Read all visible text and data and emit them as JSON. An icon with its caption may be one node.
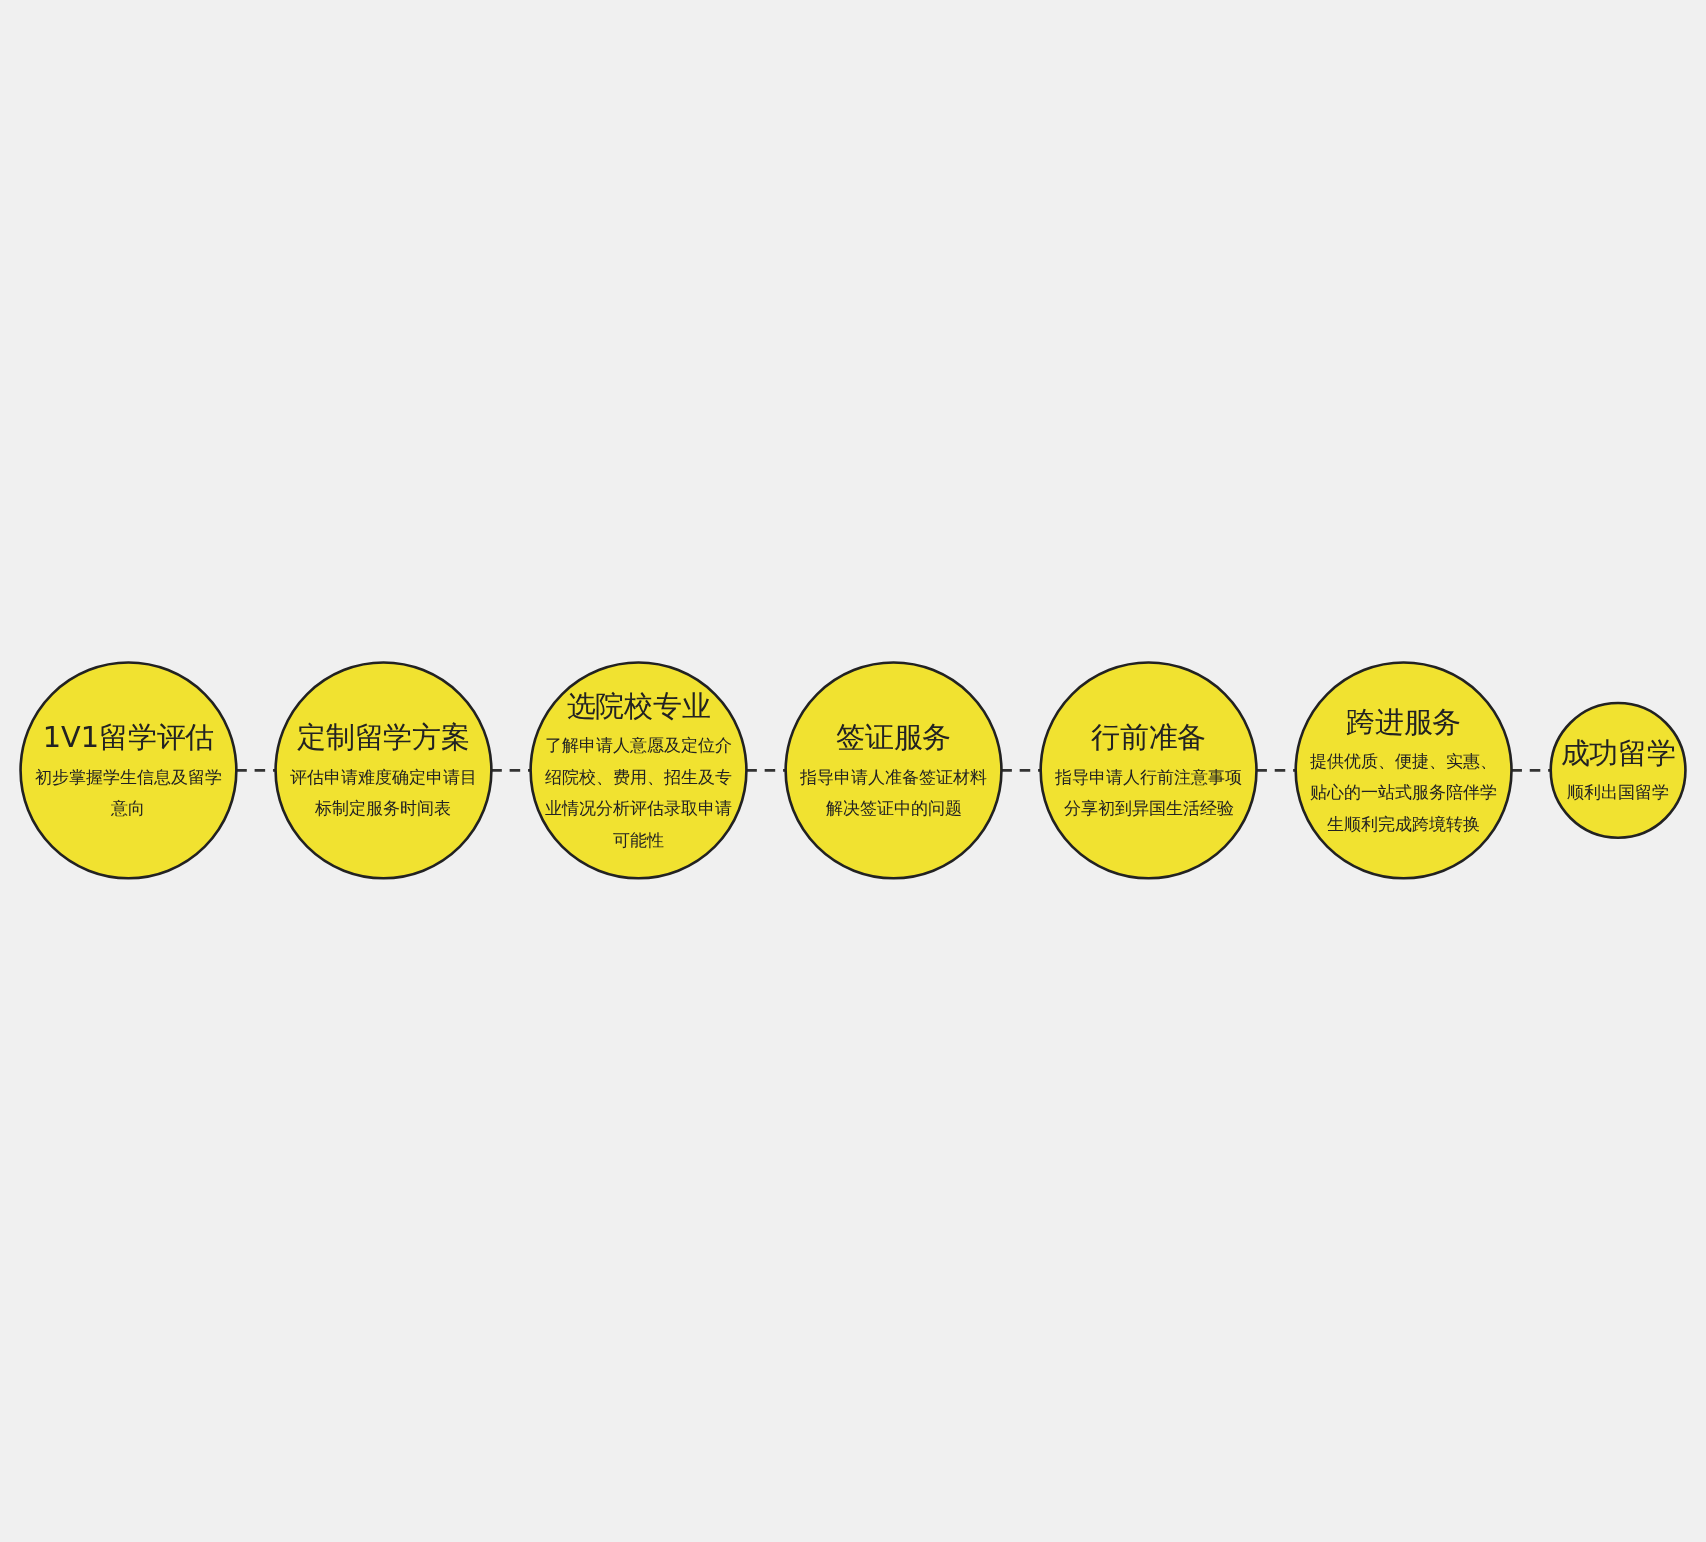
{
  "diagram": {
    "nodes": [
      {
        "text": [
          "1V1留学评估",
          "初步掌握学生信息及留学意向"
        ]
      },
      {
        "text": [
          "定制留学方案",
          "评估申请难度确定申请目标制定服务时间表"
        ]
      },
      {
        "text": [
          "选院校专业",
          "了解申请人意愿及定位介绍院校、费用、招生及专业情况分析评估录取申请可能性"
        ]
      },
      {
        "text": [
          "签证服务",
          "指导申请人准备签证材料解决签证中的问题"
        ]
      },
      {
        "text": [
          "行前准备",
          "指导申请人行前注意事项分享初到异国生活经验"
        ]
      },
      {
        "text": [
          "跨进服务",
          "提供优质、便捷、实惠、贴心的一站式服务陪伴学生顺利完成跨境转换"
        ]
      },
      {
        "text": [
          "成功留学",
          "顺利出国留学"
        ]
      }
    ],
    "edges": [
      {
        "from": 0,
        "to": 1,
        "arrow": "none",
        "style": "dashed"
      },
      {
        "from": 1,
        "to": 2,
        "arrow": "none",
        "style": "dashed"
      },
      {
        "from": 2,
        "to": 3,
        "arrow": "none",
        "style": "dashed"
      },
      {
        "from": 3,
        "to": 4,
        "arrow": "none",
        "style": "dashed"
      },
      {
        "from": 4,
        "to": 5,
        "arrow": "none",
        "style": "dashed"
      },
      {
        "from": 5,
        "to": 6,
        "arrow": "none",
        "style": "dashed"
      }
    ]
  }
}
